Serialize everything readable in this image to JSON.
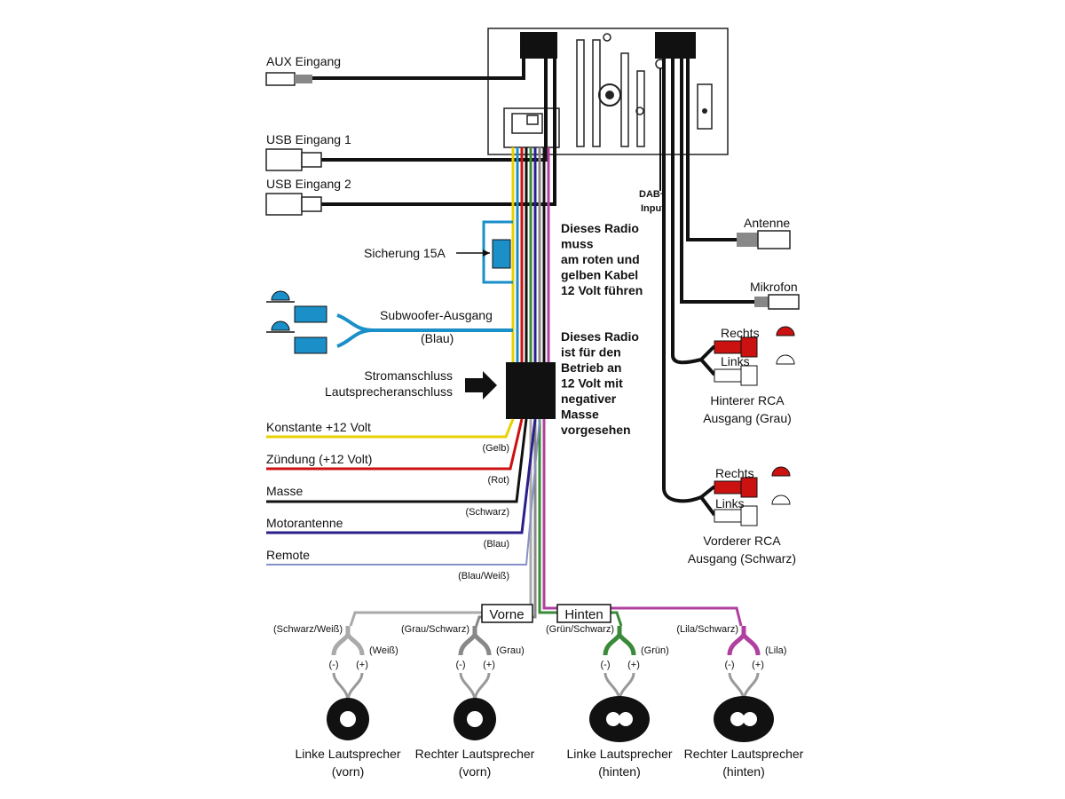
{
  "inputs": {
    "aux": "AUX Eingang",
    "usb1": "USB Eingang 1",
    "usb2": "USB Eingang 2",
    "fuse": "Sicherung 15A",
    "subwoofer": "Subwoofer-Ausgang",
    "subwoofer_color": "(Blau)",
    "power_line1": "Stromanschluss",
    "power_line2": "Lautsprecheranschluss",
    "dab_line1": "DAB+",
    "dab_line2": "Input"
  },
  "power_wires": [
    {
      "label": "Konstante +12 Volt",
      "color_label": "(Gelb)",
      "color": "#e8d000"
    },
    {
      "label": "Zündung (+12 Volt)",
      "color_label": "(Rot)",
      "color": "#cc1111"
    },
    {
      "label": "Masse",
      "color_label": "(Schwarz)",
      "color": "#111111"
    },
    {
      "label": "Motorantenne",
      "color_label": "(Blau)",
      "color": "#2a1f8a"
    },
    {
      "label": "Remote",
      "color_label": "(Blau/Weiß)",
      "color": "#8890c8"
    }
  ],
  "notes": {
    "note1": [
      "Dieses Radio",
      "muss",
      "am roten und",
      "gelben Kabel",
      "12 Volt führen"
    ],
    "note2": [
      "Dieses Radio",
      "ist für den",
      "Betrieb an",
      "12 Volt mit",
      "negativer",
      "Masse",
      "vorgesehen"
    ]
  },
  "right_side": {
    "antenna": "Antenne",
    "mic": "Mikrofon",
    "rear_right": "Rechts",
    "rear_left": "Links",
    "rear_line1": "Hinterer RCA",
    "rear_line2": "Ausgang (Grau)",
    "front_right": "Rechts",
    "front_left": "Links",
    "front_line1": "Vorderer RCA",
    "front_line2": "Ausgang (Schwarz)"
  },
  "speakers": {
    "front_tag": "Vorne",
    "rear_tag": "Hinten",
    "minus": "(-)",
    "plus": "(+)",
    "items": [
      {
        "neg_color": "(Schwarz/Weiß)",
        "pos_color": "(Weiß)",
        "line1": "Linke Lautsprecher",
        "line2": "(vorn)",
        "wire": "#aaaaaa"
      },
      {
        "neg_color": "(Grau/Schwarz)",
        "pos_color": "(Grau)",
        "line1": "Rechter Lautsprecher",
        "line2": "(vorn)",
        "wire": "#888888"
      },
      {
        "neg_color": "(Grün/Schwarz)",
        "pos_color": "(Grün)",
        "line1": "Linke Lautsprecher",
        "line2": "(hinten)",
        "wire": "#3a8a3a"
      },
      {
        "neg_color": "(Lila/Schwarz)",
        "pos_color": "(Lila)",
        "line1": "Rechter Lautsprecher",
        "line2": "(hinten)",
        "wire": "#b040a0"
      }
    ]
  },
  "colors": {
    "subwoofer_blue": "#1a8fc8",
    "fuse_blue": "#1a8fc8",
    "rca_red": "#cc1111",
    "wire_black": "#111111"
  }
}
